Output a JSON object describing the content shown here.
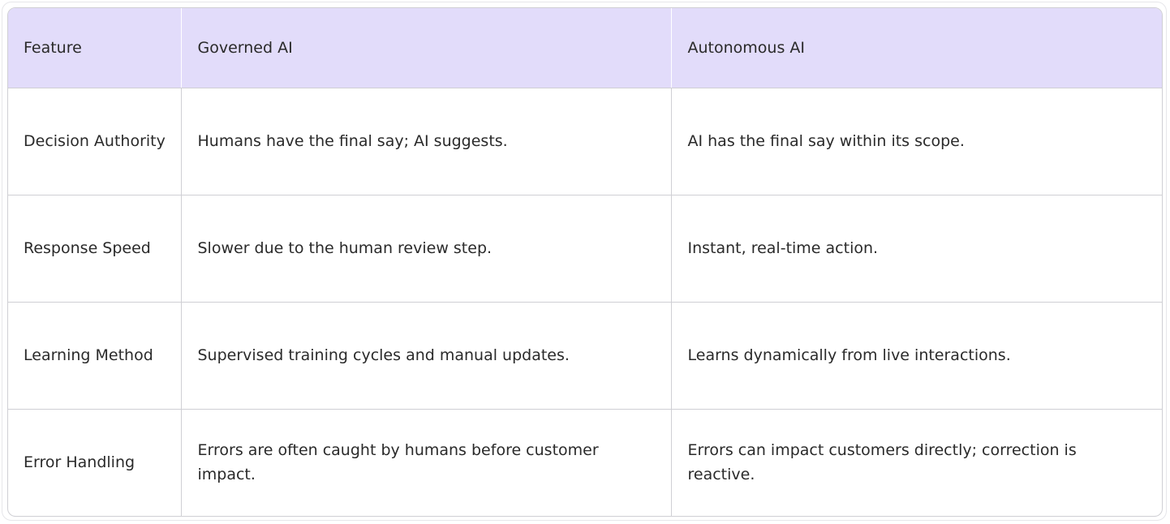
{
  "table": {
    "headers": [
      "Feature",
      "Governed AI",
      "Autonomous AI"
    ],
    "rows": [
      [
        "Decision Authority",
        "Humans have the final say; AI suggests.",
        "AI has the final say within its scope."
      ],
      [
        "Response Speed",
        "Slower due to the human review step.",
        "Instant, real-time action."
      ],
      [
        "Learning Method",
        "Supervised training cycles and manual updates.",
        "Learns dynamically from live interactions."
      ],
      [
        "Error Handling",
        "Errors are often caught by humans before customer impact.",
        "Errors can impact customers directly; correction is reactive."
      ]
    ]
  },
  "colors": {
    "header_background": "#e2dcfa",
    "border": "#cfcfd4",
    "text": "#2a2a2a"
  }
}
